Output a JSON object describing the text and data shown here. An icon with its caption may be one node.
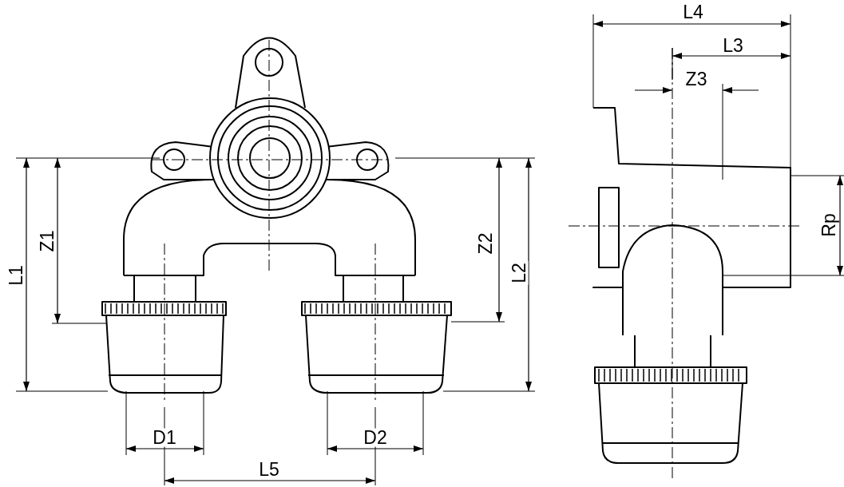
{
  "diagram": {
    "labels": [
      "L4",
      "L3",
      "Z3",
      "L1",
      "Z1",
      "Z2",
      "L2",
      "Rp",
      "D1",
      "D2",
      "L5"
    ]
  }
}
